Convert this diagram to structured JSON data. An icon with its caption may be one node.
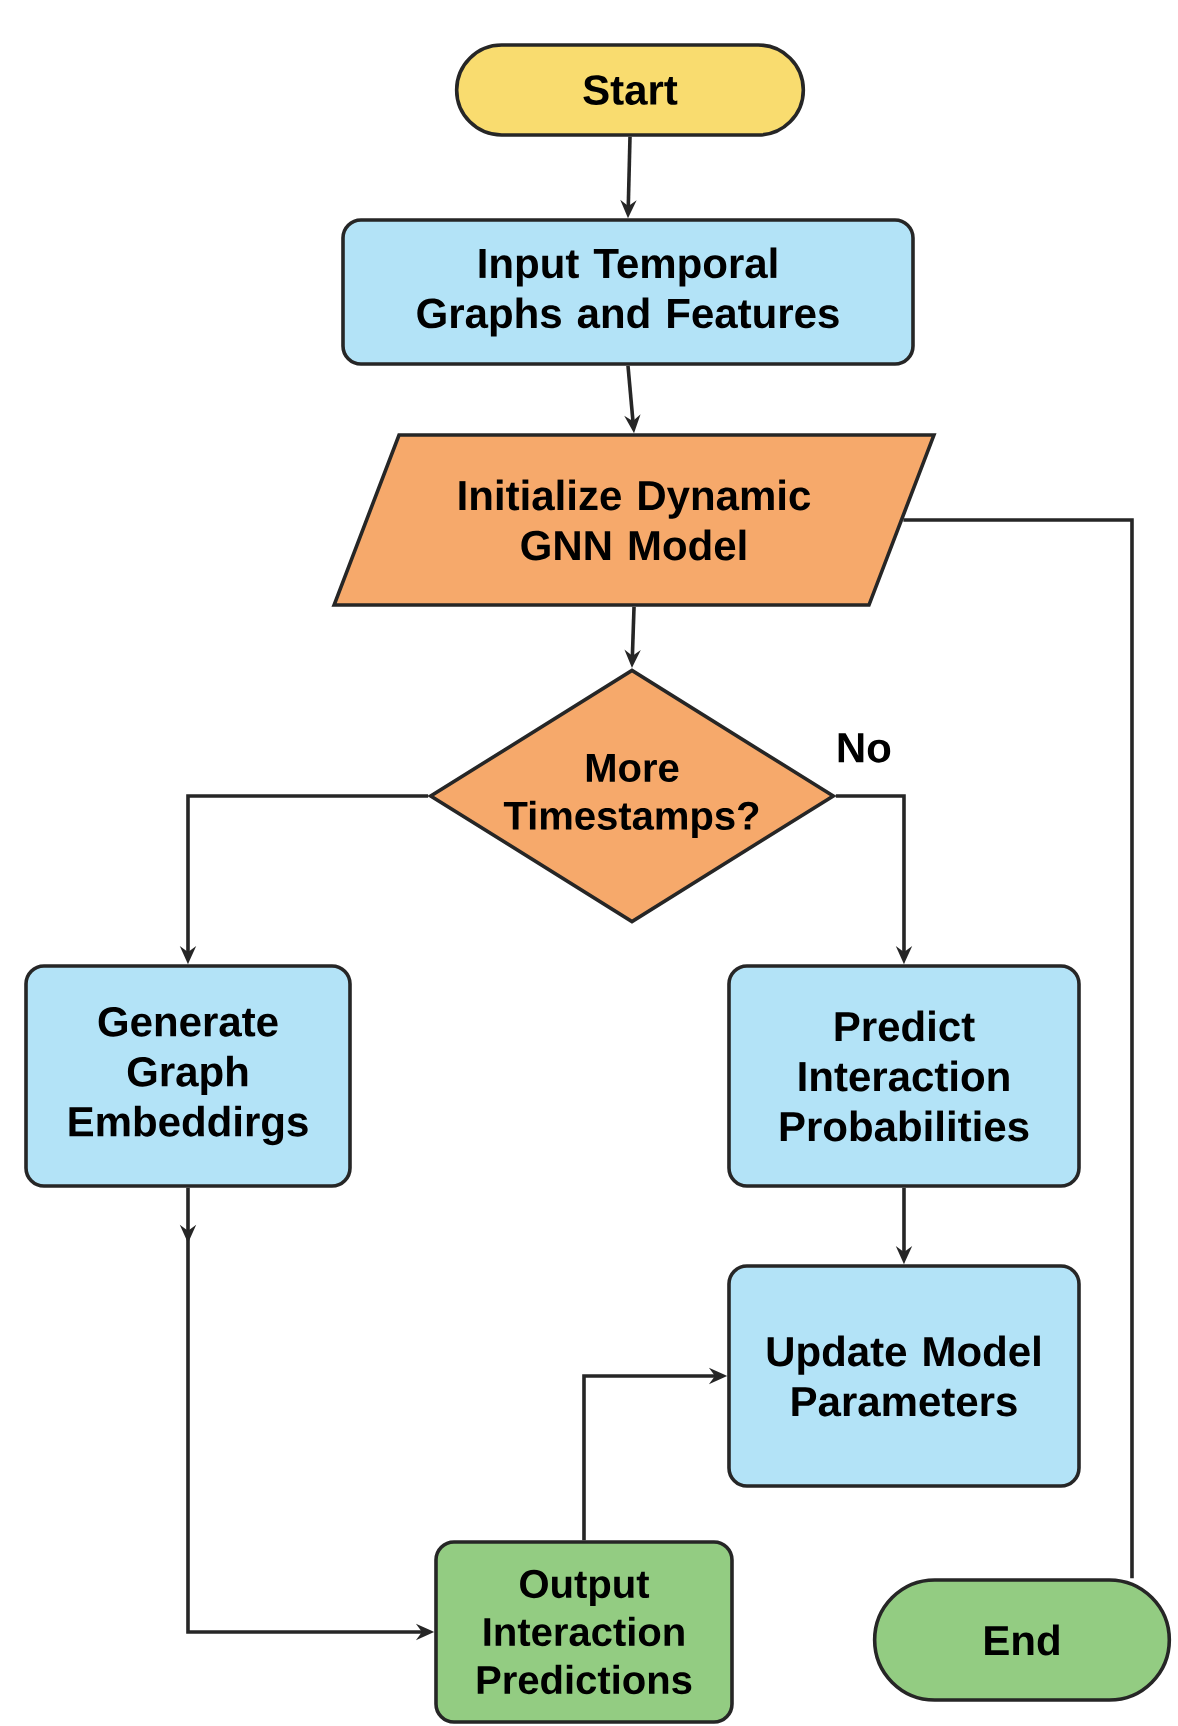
{
  "diagram": {
    "nodes": [
      {
        "text": [
          "Start"
        ]
      },
      {
        "text": [
          "Input Temporal Graphs and Features"
        ]
      },
      {
        "text": [
          "Initialize Dynamic GNN Model"
        ]
      },
      {
        "text": [
          "More Timestamps?"
        ]
      },
      {
        "text": [
          "Generate Graph Embeddirgs"
        ]
      },
      {
        "text": [
          "Predict Interaction Probabilities"
        ]
      },
      {
        "text": [
          "Update Model Parameters"
        ]
      },
      {
        "text": [
          "Output Interaction Predictions"
        ]
      },
      {
        "text": [
          "End"
        ]
      }
    ],
    "edges": [
      {
        "from": 0,
        "to": 1,
        "arrow": "to"
      },
      {
        "from": 1,
        "to": 2,
        "arrow": "to"
      },
      {
        "from": 2,
        "to": 3,
        "arrow": "to"
      },
      {
        "from": 3,
        "to": 4,
        "arrow": "to"
      },
      {
        "from": 3,
        "to": 5,
        "arrow": "to",
        "label": "No"
      },
      {
        "from": 4,
        "to": 7,
        "arrow": "to"
      },
      {
        "from": 5,
        "to": 6,
        "arrow": "to"
      },
      {
        "from": 7,
        "to": 6,
        "arrow": "to"
      },
      {
        "from": 2,
        "to": 8,
        "arrow": "none"
      }
    ]
  }
}
